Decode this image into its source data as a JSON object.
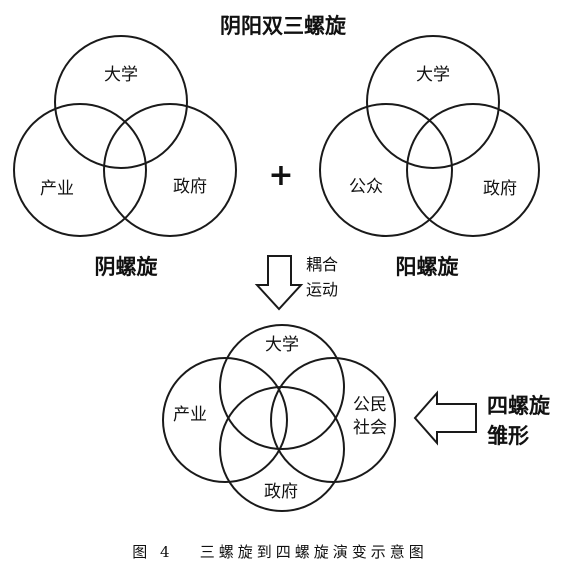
{
  "title_top": "阴阳双三螺旋",
  "left_diagram": {
    "label": "阴螺旋",
    "circles": [
      "大学",
      "产业",
      "政府"
    ]
  },
  "plus_sign": "+",
  "right_diagram": {
    "label": "阳螺旋",
    "circles": [
      "大学",
      "公众",
      "政府"
    ]
  },
  "coupling": {
    "line1": "耦合",
    "line2": "运动"
  },
  "bottom_diagram": {
    "circles": {
      "top": "大学",
      "left": "产业",
      "bottom": "政府",
      "right_line1": "公民",
      "right_line2": "社会"
    }
  },
  "quad_label": {
    "line1": "四螺旋",
    "line2": "雏形"
  },
  "caption": "图 4   三螺旋到四螺旋演变示意图"
}
